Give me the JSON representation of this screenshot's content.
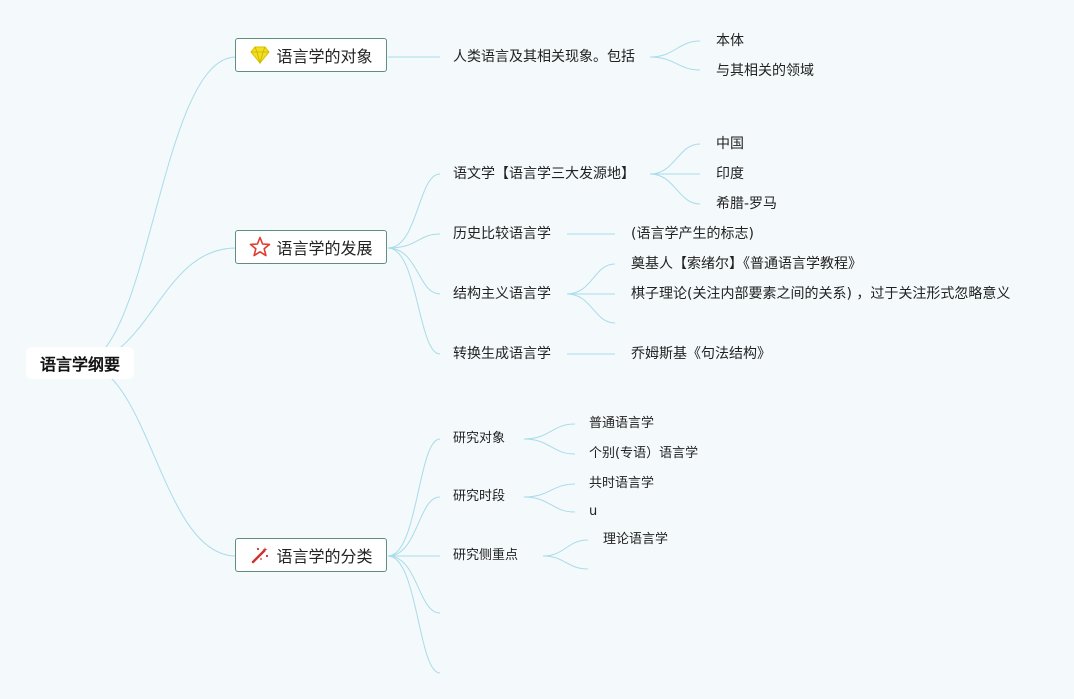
{
  "root": {
    "label": "语言学纲要"
  },
  "branches": [
    {
      "label": "语言学的对象",
      "icon": "diamond-icon",
      "children": [
        {
          "label": "人类语言及其相关现象。包括",
          "children": [
            "本体",
            "与其相关的领域"
          ]
        }
      ]
    },
    {
      "label": "语言学的发展",
      "icon": "star-icon",
      "children": [
        {
          "label": "语文学【语言学三大发源地】",
          "children": [
            "中国",
            "印度",
            "希腊-罗马"
          ]
        },
        {
          "label": "历史比较语言学",
          "children": [
            "(语言学产生的标志)"
          ]
        },
        {
          "label": "结构主义语言学",
          "children": [
            "奠基人【索绪尔】《普通语言学教程》",
            "棋子理论(关注内部要素之间的关系) ，过于关注形式忽略意义",
            ""
          ]
        },
        {
          "label": "转换生成语言学",
          "children": [
            "乔姆斯基《句法结构》"
          ]
        }
      ]
    },
    {
      "label": "语言学的分类",
      "icon": "magic-wand-icon",
      "children": [
        {
          "label": "研究对象",
          "children": [
            "普通语言学",
            "个别(专语）语言学"
          ]
        },
        {
          "label": "研究时段",
          "children": [
            "共时语言学",
            "u"
          ]
        },
        {
          "label": "研究侧重点",
          "children": [
            "理论语言学",
            ""
          ]
        },
        {
          "label": "",
          "children": []
        },
        {
          "label": "",
          "children": []
        }
      ]
    }
  ],
  "colors": {
    "background": "#f4f9fb",
    "edge": "#a8dceb",
    "border": "#5f8e82",
    "star": "#e23a2e",
    "diamond": "#f2df1f",
    "wand": "#c8352b"
  }
}
